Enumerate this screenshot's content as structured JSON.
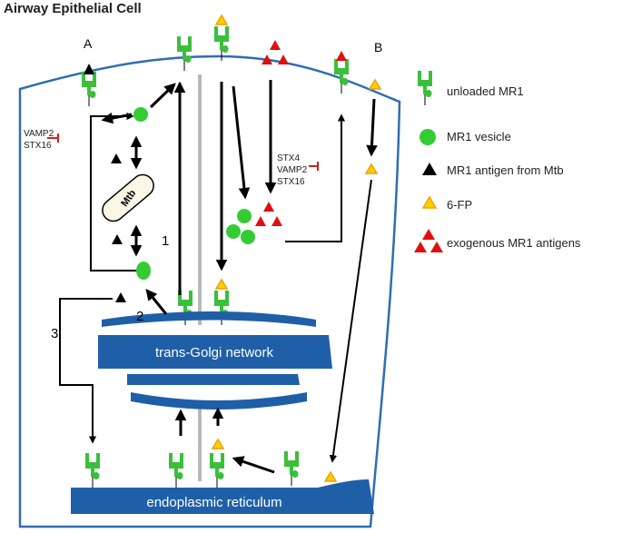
{
  "title": "Airway Epithelial Cell",
  "labels": {
    "panel_a": "A",
    "panel_b": "B",
    "route_1": "1",
    "route_2": "2",
    "route_3": "3",
    "mtb": "Mtb",
    "tgn": "trans-Golgi network",
    "er": "endoplasmic reticulum",
    "snare_a_1": "VAMP2",
    "snare_a_2": "STX16",
    "snare_b_1": "STX4",
    "snare_b_2": "VAMP2",
    "snare_b_3": "STX16"
  },
  "legend": [
    {
      "icon": "mr1-receptor-icon",
      "label": "unloaded MR1"
    },
    {
      "icon": "green-circle-icon",
      "label": "MR1 vesicle"
    },
    {
      "icon": "black-triangle-icon",
      "label": "MR1 antigen from Mtb"
    },
    {
      "icon": "yellow-triangle-icon",
      "label": "6-FP"
    },
    {
      "icon": "red-triangles-icon",
      "label": "exogenous MR1 antigens"
    }
  ],
  "colors": {
    "membrane": "#2f6db3",
    "organelle": "#1f5fa8",
    "mr1": "#3bbf3b",
    "vesicle": "#33cc33",
    "mtb_antigen": "#000000",
    "six_fp_fill": "#ffd000",
    "six_fp_stroke": "#f0a000",
    "exogenous": "#e01010",
    "inhibit": "#cc2222",
    "divider": "#b8b8b8"
  }
}
